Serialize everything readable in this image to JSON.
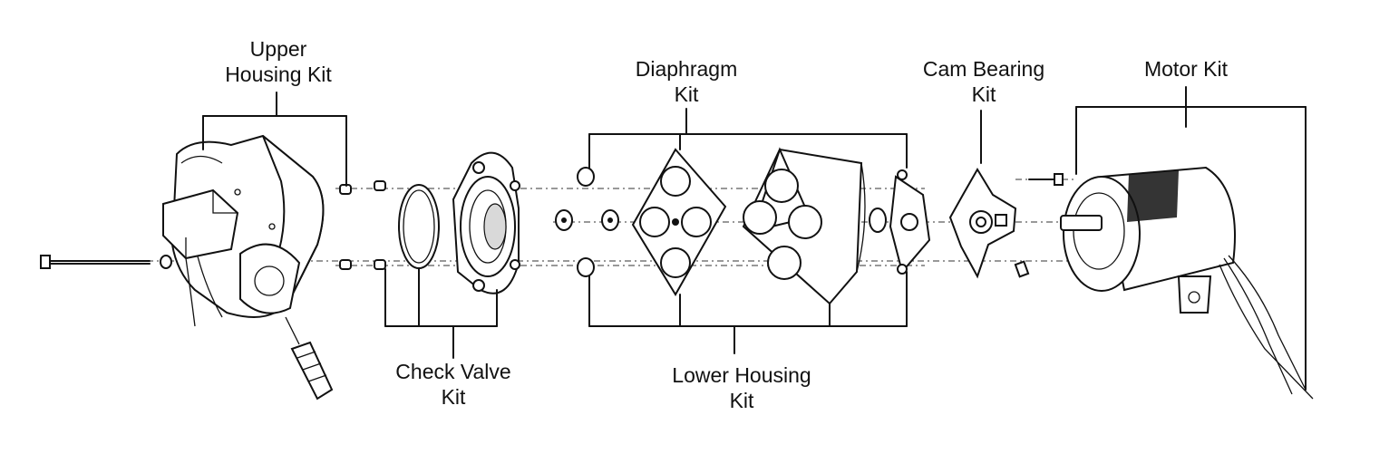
{
  "labels": {
    "upper_housing": [
      "Upper",
      "Housing Kit"
    ],
    "check_valve": [
      "Check Valve",
      "Kit"
    ],
    "diaphragm": [
      "Diaphragm",
      "Kit"
    ],
    "lower_housing": [
      "Lower Housing",
      "Kit"
    ],
    "cam_bearing": [
      "Cam Bearing",
      "Kit"
    ],
    "motor": [
      "Motor Kit"
    ]
  },
  "colors": {
    "ink": "#111111",
    "paper": "#ffffff"
  }
}
